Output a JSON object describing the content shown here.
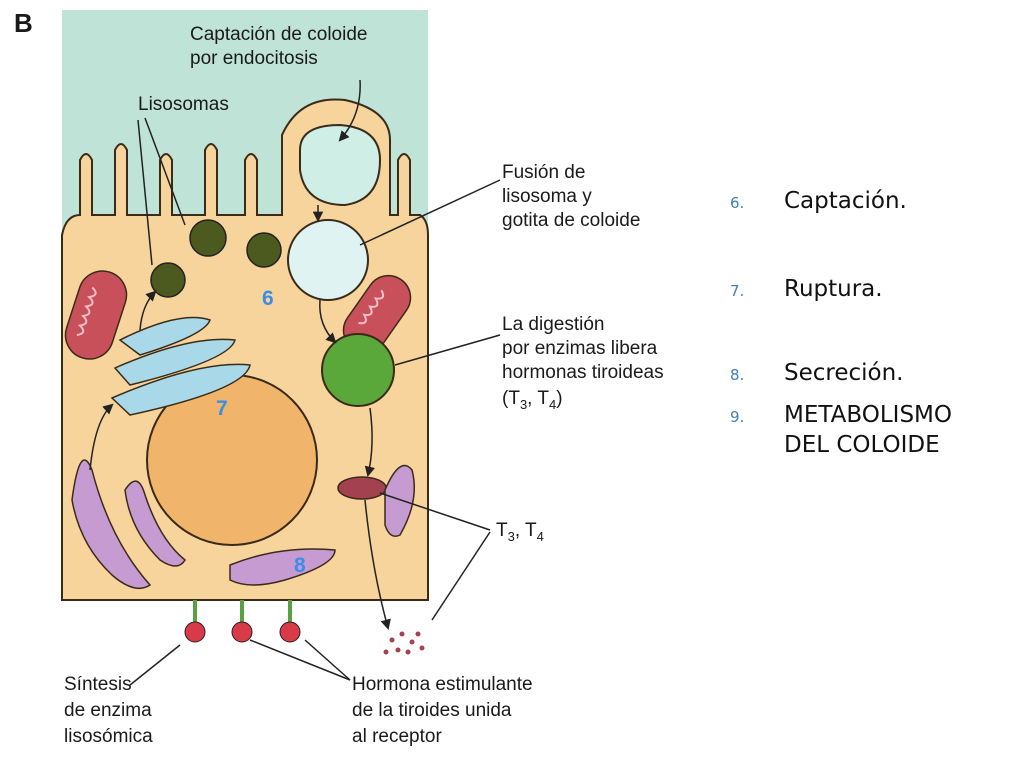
{
  "figure": {
    "panel_letter": "B",
    "labels": {
      "captacion_line1": "Captación de coloide",
      "captacion_line2": "por endocitosis",
      "lisosomas": "Lisosomas",
      "fusion_line1": "Fusión de",
      "fusion_line2": "lisosoma y",
      "fusion_line3": "gotita de coloide",
      "digestion_line1": "La digestión",
      "digestion_line2": "por enzimas libera",
      "digestion_line3": "hormonas tiroideas",
      "digestion_line4": "(T",
      "digestion_sub3": "3",
      "digestion_comma": ", T",
      "digestion_sub4": "4",
      "digestion_close": ")",
      "t3t4_base": "T",
      "t3t4_sub3": "3",
      "t3t4_comma": ", T",
      "t3t4_sub4": "4",
      "sintesis_line1": "Síntesis",
      "sintesis_line2": "de enzima",
      "sintesis_line3": "lisosómica",
      "hormona_line1": "Hormona estimulante",
      "hormona_line2": "de la tiroides unida",
      "hormona_line3": "al receptor"
    },
    "step_numbers": {
      "six": "6",
      "seven": "7",
      "eight": "8"
    },
    "colors": {
      "colloid": "#bfe3d6",
      "cytoplasm": "#f6d49b",
      "cell_outline": "#3a2a1a",
      "nucleus": "#f0b46a",
      "er": "#c59bd2",
      "golgi": "#a9d8e8",
      "mitochondria": "#c8505a",
      "lysosome": "#4c5a20",
      "digest_vesicle": "#5aa83a",
      "receptor": "#d83a4a",
      "step_number": "#3a8ee6"
    }
  },
  "list": {
    "items": [
      {
        "marker": "6.",
        "text": "Captación."
      },
      {
        "marker": "7.",
        "text": "Ruptura."
      },
      {
        "marker": "8.",
        "text": "Secreción."
      },
      {
        "marker": "9.",
        "text_line1": "METABOLISMO",
        "text_line2": "DEL COLOIDE"
      }
    ]
  }
}
